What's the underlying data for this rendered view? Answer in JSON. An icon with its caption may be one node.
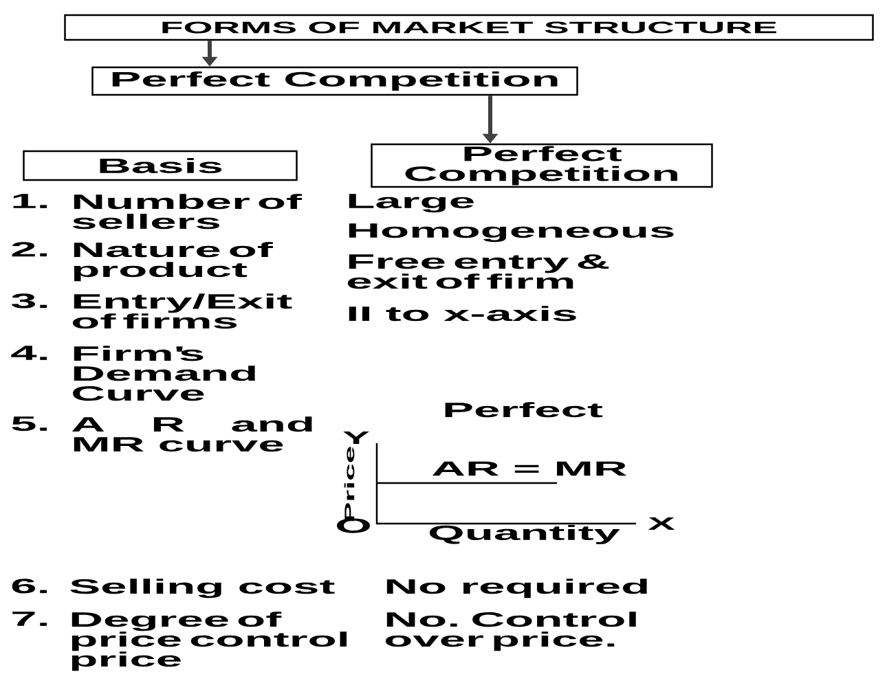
{
  "diagram": {
    "nodes": [
      {
        "text": [
          "FORMS OF MARKET STRUCTURE"
        ]
      },
      {
        "text": [
          "Perfect Competition"
        ]
      },
      {
        "text": [
          "Basis"
        ]
      },
      {
        "text": [
          "Perfect Competition"
        ]
      }
    ],
    "edges": [
      {
        "from": 0,
        "to": 1,
        "arrow": "to"
      },
      {
        "from": 1,
        "to": 3,
        "arrow": "to"
      }
    ],
    "labels": [
      "1.",
      "Number of sellers",
      "Large",
      "2.",
      "Nature of product",
      "Homogeneous",
      "3.",
      "Entry/Exit of firms",
      "Free entry & exit of firm",
      "4.",
      "Firm's Demand Curve",
      "II to x-axis",
      "Perfect",
      "5.",
      "A R and MR curve",
      "Y",
      "Price",
      "AR = MR",
      "O",
      "Quantity",
      "X",
      "6.",
      "Selling cost",
      "No required",
      "7.",
      "Degree of price control price",
      "No. Control over price."
    ]
  }
}
